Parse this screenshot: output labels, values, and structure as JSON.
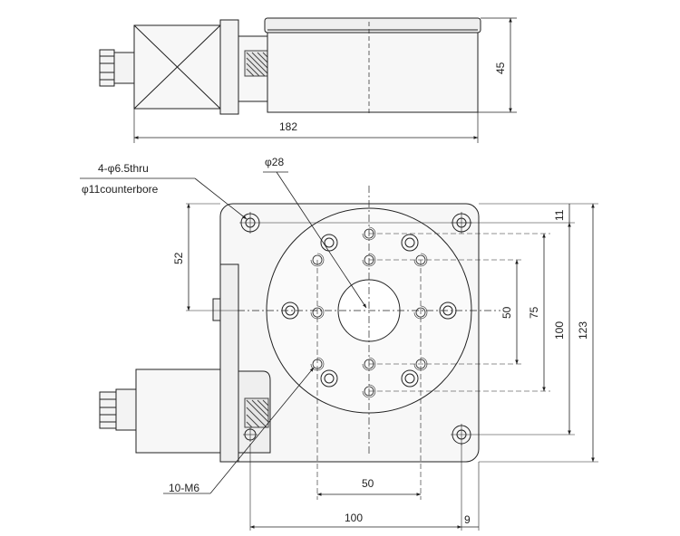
{
  "side_view": {
    "dim_length": "182",
    "dim_height": "45"
  },
  "top_view": {
    "callout_holes_line1": "4-φ6.5thru",
    "callout_holes_line2": "φ11counterbore",
    "callout_bore": "φ28",
    "callout_tapped": "10-M6",
    "dim_left_52": "52",
    "dim_top_11": "11",
    "dim_vert_50": "50",
    "dim_vert_75": "75",
    "dim_vert_100": "100",
    "dim_vert_123": "123",
    "dim_horiz_50": "50",
    "dim_horiz_100": "100",
    "dim_horiz_9": "9"
  },
  "colors": {
    "line": "#222222",
    "fill": "#f3f3f3",
    "hatch": "#444444"
  }
}
